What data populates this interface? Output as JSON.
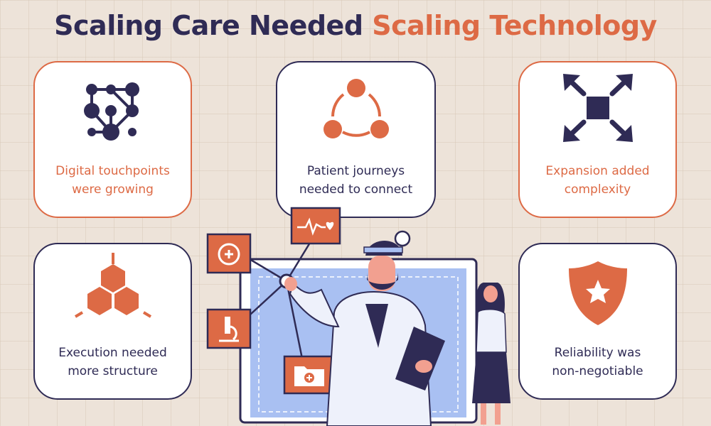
{
  "title": {
    "part1": "Scaling Care Needed",
    "part2": "Scaling Technology"
  },
  "cards": [
    {
      "line1": "Digital touchpoints",
      "line2": "were growing",
      "icon": "network-nodes-icon"
    },
    {
      "line1": "Patient journeys",
      "line2": "needed to connect",
      "icon": "connected-cycle-icon"
    },
    {
      "line1": "Expansion added",
      "line2": "complexity",
      "icon": "expand-arrows-icon"
    },
    {
      "line1": "Execution needed",
      "line2": "more structure",
      "icon": "hexagon-structure-icon"
    },
    {
      "line1": "Reliability was",
      "line2": "non-negotiable",
      "icon": "shield-star-icon"
    }
  ],
  "colors": {
    "navy": "#2f2b55",
    "orange": "#dd6a45",
    "background": "#ede3d9",
    "screen": "#a9c0f2"
  }
}
